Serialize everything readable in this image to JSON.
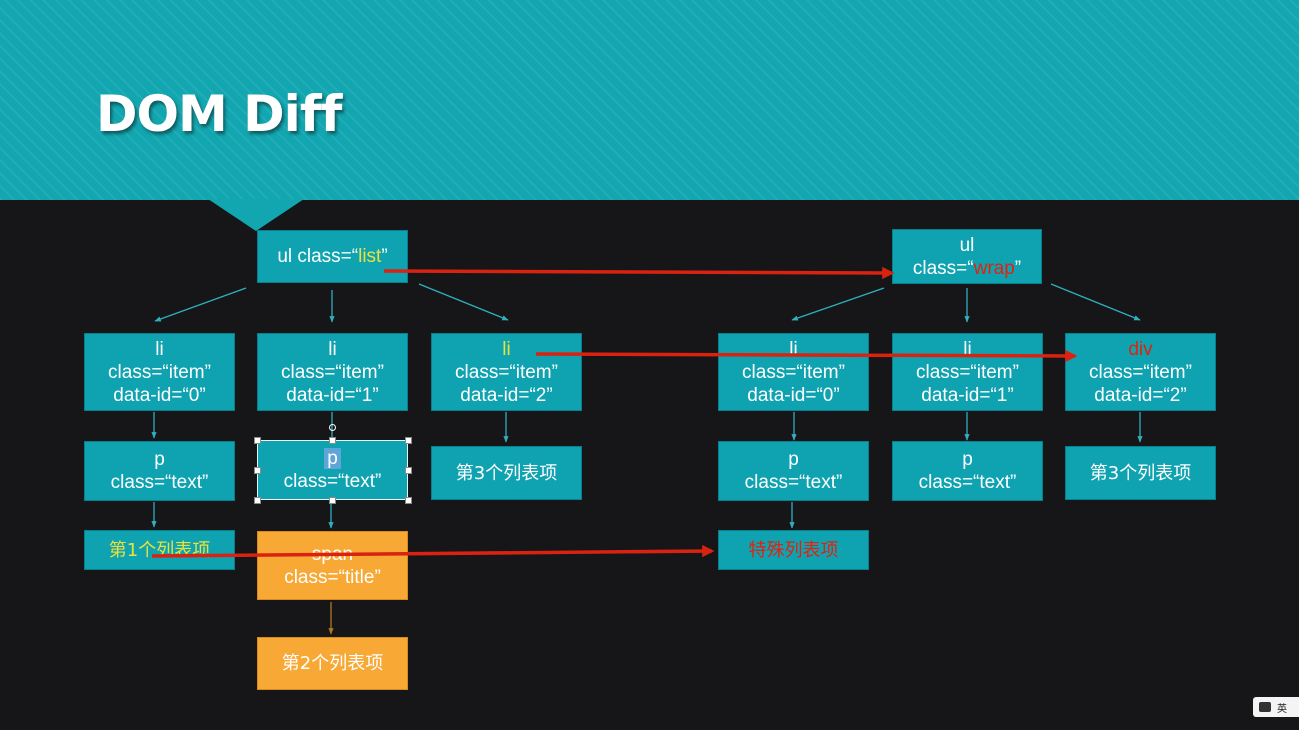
{
  "slide": {
    "title": "DOM Diff"
  },
  "old_tree": {
    "ul": {
      "tag": "ul",
      "attr_prefix": "class=“",
      "attr_value": "list",
      "attr_suffix": "”"
    },
    "li0": {
      "tag": "li",
      "class_line": "class=“item”",
      "data_line": "data-id=“0”"
    },
    "li1": {
      "tag": "li",
      "class_line": "class=“item”",
      "data_line": "data-id=“1”"
    },
    "li2": {
      "tag": "li",
      "class_line": "class=“item”",
      "data_line": "data-id=“2”"
    },
    "p0": {
      "tag": "p",
      "class_line": "class=“text”"
    },
    "p1": {
      "tag": "p",
      "class_line": "class=“text”"
    },
    "text2": "第3个列表项",
    "text0": "第1个列表项",
    "span": {
      "tag": "span",
      "class_line": "class=“title”"
    },
    "text1": "第2个列表项"
  },
  "new_tree": {
    "ul": {
      "tag": "ul",
      "attr_prefix": "class=“",
      "attr_value": "wrap",
      "attr_suffix": "”"
    },
    "li0": {
      "tag": "li",
      "class_line": "class=“item”",
      "data_line": "data-id=“0”"
    },
    "li1": {
      "tag": "li",
      "class_line": "class=“item”",
      "data_line": "data-id=“1”"
    },
    "div2": {
      "tag": "div",
      "class_line": "class=“item”",
      "data_line": "data-id=“2”"
    },
    "p0": {
      "tag": "p",
      "class_line": "class=“text”"
    },
    "p1": {
      "tag": "p",
      "class_line": "class=“text”"
    },
    "text2": "第3个列表项",
    "text0": "特殊列表项"
  },
  "colors": {
    "background": "#161517",
    "header": "#12a6b0",
    "node": "#0fa3b1",
    "node_orange": "#f8a834",
    "connector": "#2fb0c0",
    "connector_orange": "#b07824",
    "diff_arrow": "#d9220f",
    "changed_text_yellow": "#e8e23b",
    "changed_text_red": "#e0220e"
  },
  "status_bar": {
    "ime_label": "英"
  }
}
